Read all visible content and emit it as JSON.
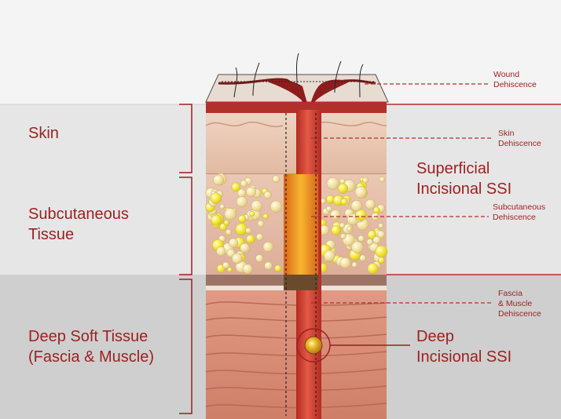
{
  "left_labels": {
    "skin": "Skin",
    "subcutaneous": "Subcutaneous\nTissue",
    "deep": "Deep Soft Tissue\n(Fascia & Muscle)"
  },
  "dehiscence_labels": {
    "wound": "Wound\nDehiscence",
    "skin": "Skin\nDehiscence",
    "subcutaneous": "Subcutaneous\nDehiscence",
    "fascia": "Fascia\n& Muscle\nDehiscence"
  },
  "ssi_labels": {
    "superficial": "Superficial\nIncisional SSI",
    "deep": "Deep\nIncisional SSI"
  },
  "colors": {
    "accent_red": "#9e1f1f",
    "dashed_line": "#b52d2d",
    "band_top": "#f4f4f4",
    "band_middle": "#e6e6e6",
    "band_deep": "#cfcfcf",
    "skin": "#e9c8b2",
    "fat": "#f6e34a",
    "muscle": "#d98a72"
  }
}
